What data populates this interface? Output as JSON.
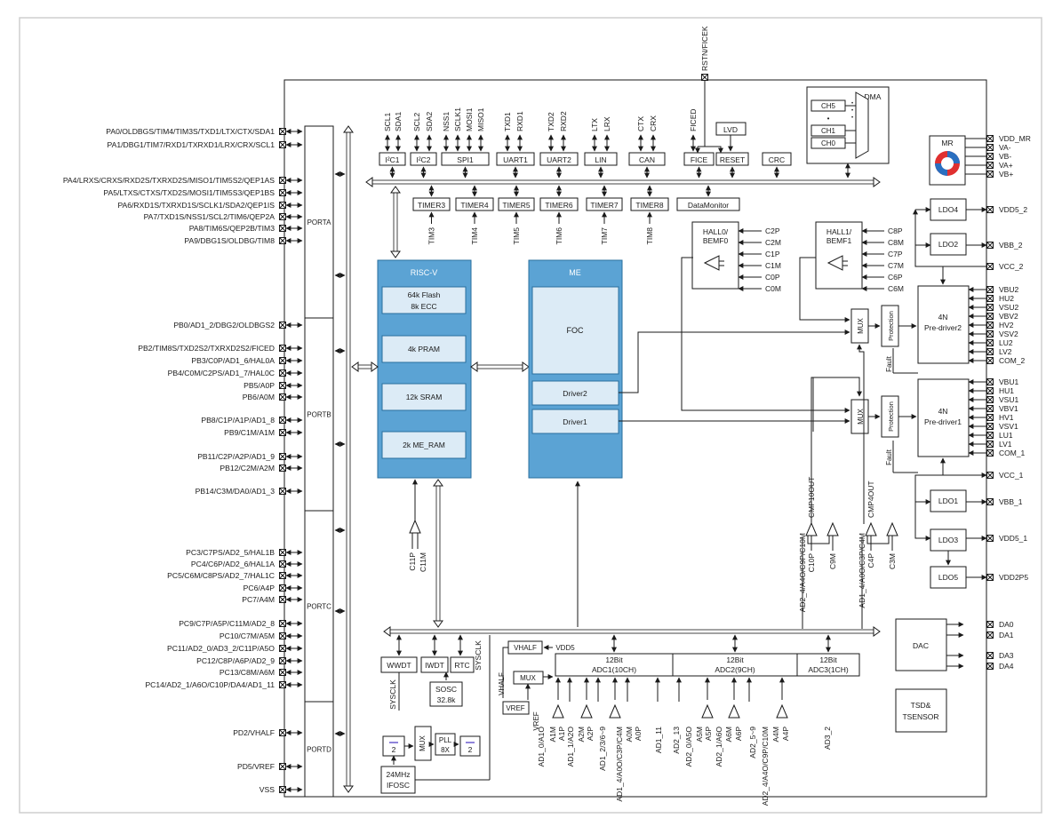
{
  "ports": {
    "a": "PORTA",
    "b": "PORTB",
    "c": "PORTC",
    "d": "PORTD"
  },
  "left_pins": [
    "PA0/OLDBGS/TIM4/TIM3S/TXD1/LTX/CTX/SDA1",
    "PA1/DBG1/TIM7/RXD1/TXRXD1/LRX/CRX/SCL1",
    "PA4/LRXS/CRXS/RXD2S/TXRXD2S/MISO1/TIM5S2/QEP1AS",
    "PA5/LTXS/CTXS/TXD2S/MOSI1/TIM5S3/QEP1BS",
    "PA6/RXD1S/TXRXD1S/SCLK1/SDA2/QEP1IS",
    "PA7/TXD1S/NSS1/SCL2/TIM6/QEP2A",
    "PA8/TIM6S/QEP2B/TIM3",
    "PA9/DBG1S/OLDBG/TIM8",
    "PB0/AD1_2/DBG2/OLDBGS2",
    "PB2/TIM8S/TXD2S2/TXRXD2S2/FICED",
    "PB3/C0P/AD1_6/HAL0A",
    "PB4/C0M/C2PS/AD1_7/HAL0C",
    "PB5/A0P",
    "PB6/A0M",
    "PB8/C1P/A1P/AD1_8",
    "PB9/C1M/A1M",
    "PB11/C2P/A2P/AD1_9",
    "PB12/C2M/A2M",
    "PB14/C3M/DA0/AD1_3",
    "PC3/C7PS/AD2_5/HAL1B",
    "PC4/C6P/AD2_6/HAL1A",
    "PC5/C6M/C8PS/AD2_7/HAL1C",
    "PC6/A4P",
    "PC7/A4M",
    "PC9/C7P/A5P/C11M/AD2_8",
    "PC10/C7M/A5M",
    "PC11/AD2_0/AD3_2/C11P/A5O",
    "PC12/C8P/A6P/AD2_9",
    "PC13/C8M/A6M",
    "PC14/AD2_1/A6O/C10P/DA4/AD1_11",
    "PD2/VHALF",
    "PD5/VREF",
    "VSS"
  ],
  "right_pins": [
    "VDD_MR",
    "VA-",
    "VB-",
    "VA+",
    "VB+",
    "VDD5_2",
    "VBB_2",
    "VCC_2",
    "VBU2",
    "HU2",
    "VSU2",
    "VBV2",
    "HV2",
    "VSV2",
    "LU2",
    "LV2",
    "COM_2",
    "VBU1",
    "HU1",
    "VSU1",
    "VBV1",
    "HV1",
    "VSV1",
    "LU1",
    "LV1",
    "COM_1",
    "VCC_1",
    "VBB_1",
    "VDD5_1",
    "VDD2P5",
    "DA0",
    "DA1",
    "DA3",
    "DA4"
  ],
  "top_pin": "RSTN/FICEK",
  "peripherals": {
    "i2c1": "I²C1",
    "i2c2": "I²C2",
    "spi1": "SPI1",
    "uart1": "UART1",
    "uart2": "UART2",
    "lin": "LIN",
    "can": "CAN",
    "fice": "FICE",
    "reset": "RESET",
    "lvd": "LVD",
    "crc": "CRC",
    "dma": "DMA",
    "ch5": "CH5",
    "ch1": "CH1",
    "ch0": "CH0",
    "dot": "•"
  },
  "bus_signals": {
    "i2c1": [
      "SCL1",
      "SDA1"
    ],
    "i2c2": [
      "SCL2",
      "SDA2"
    ],
    "spi1": [
      "NSS1",
      "SCLK1",
      "MOSI1",
      "MISO1"
    ],
    "uart1": [
      "TXD1",
      "RXD1"
    ],
    "uart2": [
      "TXD2",
      "RXD2"
    ],
    "lin": [
      "LTX",
      "LRX"
    ],
    "can": [
      "CTX",
      "CRX"
    ],
    "fice": "FICED"
  },
  "timers": [
    "TIMER3",
    "TIMER4",
    "TIMER5",
    "TIMER6",
    "TIMER7",
    "TIMER8"
  ],
  "timer_pins": [
    "TIM3",
    "TIM4",
    "TIM5",
    "TIM6",
    "TIM7",
    "TIM8"
  ],
  "data_monitor": "DataMonitor",
  "riscv": {
    "title": "RISC-V",
    "flash1": "64k Flash",
    "flash2": "8k ECC",
    "pram": "4k PRAM",
    "sram": "12k SRAM",
    "meram": "2k ME_RAM"
  },
  "me": {
    "title": "ME",
    "foc": "FOC",
    "driver2": "Driver2",
    "driver1": "Driver1"
  },
  "hall0": {
    "title1": "HALL0/",
    "title2": "BEMF0",
    "pins": [
      "C2P",
      "C2M",
      "C1P",
      "C1M",
      "C0P",
      "C0M"
    ]
  },
  "hall1": {
    "title1": "HALL1/",
    "title2": "BEMF1",
    "pins": [
      "C8P",
      "C8M",
      "C7P",
      "C7M",
      "C6P",
      "C6M"
    ]
  },
  "mr": "MR",
  "ldo": {
    "ldo4": "LDO4",
    "ldo2": "LDO2",
    "ldo1": "LDO1",
    "ldo3": "LDO3",
    "ldo5": "LDO5"
  },
  "mux": "MUX",
  "protection": "Protection",
  "fault": "Fault",
  "predriver2": [
    "4N",
    "Pre-driver2"
  ],
  "predriver1": [
    "4N",
    "Pre-driver1"
  ],
  "cmp_labels": {
    "c11p": "C11P",
    "c11m": "C11M",
    "cmp10": "CMP10OUT",
    "cmp4": "CMP4OUT",
    "c10p": "C10P",
    "c9m": "C9M",
    "c4p": "C4P",
    "c3m": "C3M",
    "ad2_4": "AD2_4/A4O/C9P/C10M",
    "ad1_4": "AD1_4/A0O/C3P/C4M"
  },
  "clock": {
    "wwdt": "WWDT",
    "iwdt": "IWDT",
    "rtc": "RTC",
    "sosc1": "SOSC",
    "sosc2": "32.8k",
    "sysclk": "SYSCLK",
    "pll1": "PLL",
    "pll2": "8X",
    "div": "2",
    "ifosc1": "24MHz",
    "ifosc2": "IFOSC"
  },
  "analog": {
    "vhalf": "VHALF",
    "vdd5": "VDD5",
    "vref": "VREF",
    "mux": "MUX",
    "adc1": [
      "12Bit",
      "ADC1(10CH)"
    ],
    "adc2": [
      "12Bit",
      "ADC2(9CH)"
    ],
    "adc3": [
      "12Bit",
      "ADC3(1CH)"
    ]
  },
  "adc_inputs": [
    "AD1_0/A1O",
    "A1M",
    "A1P",
    "AD1_1/A2O",
    "A2M",
    "A2P",
    "AD1_2/3/6~9",
    "AD1_4/A0O/C3P/C4M",
    "A0M",
    "A0P",
    "AD1_11",
    "AD2_13",
    "AD2_0/A5O",
    "A5M",
    "A5P",
    "AD2_1/A6O",
    "A6M",
    "A6P",
    "AD2_5~9",
    "AD2_4/A4O/C9P/C10M",
    "A4M",
    "A4P",
    "AD3_2"
  ],
  "dac": "DAC",
  "tsd": [
    "TSD&",
    "TSENSOR"
  ]
}
